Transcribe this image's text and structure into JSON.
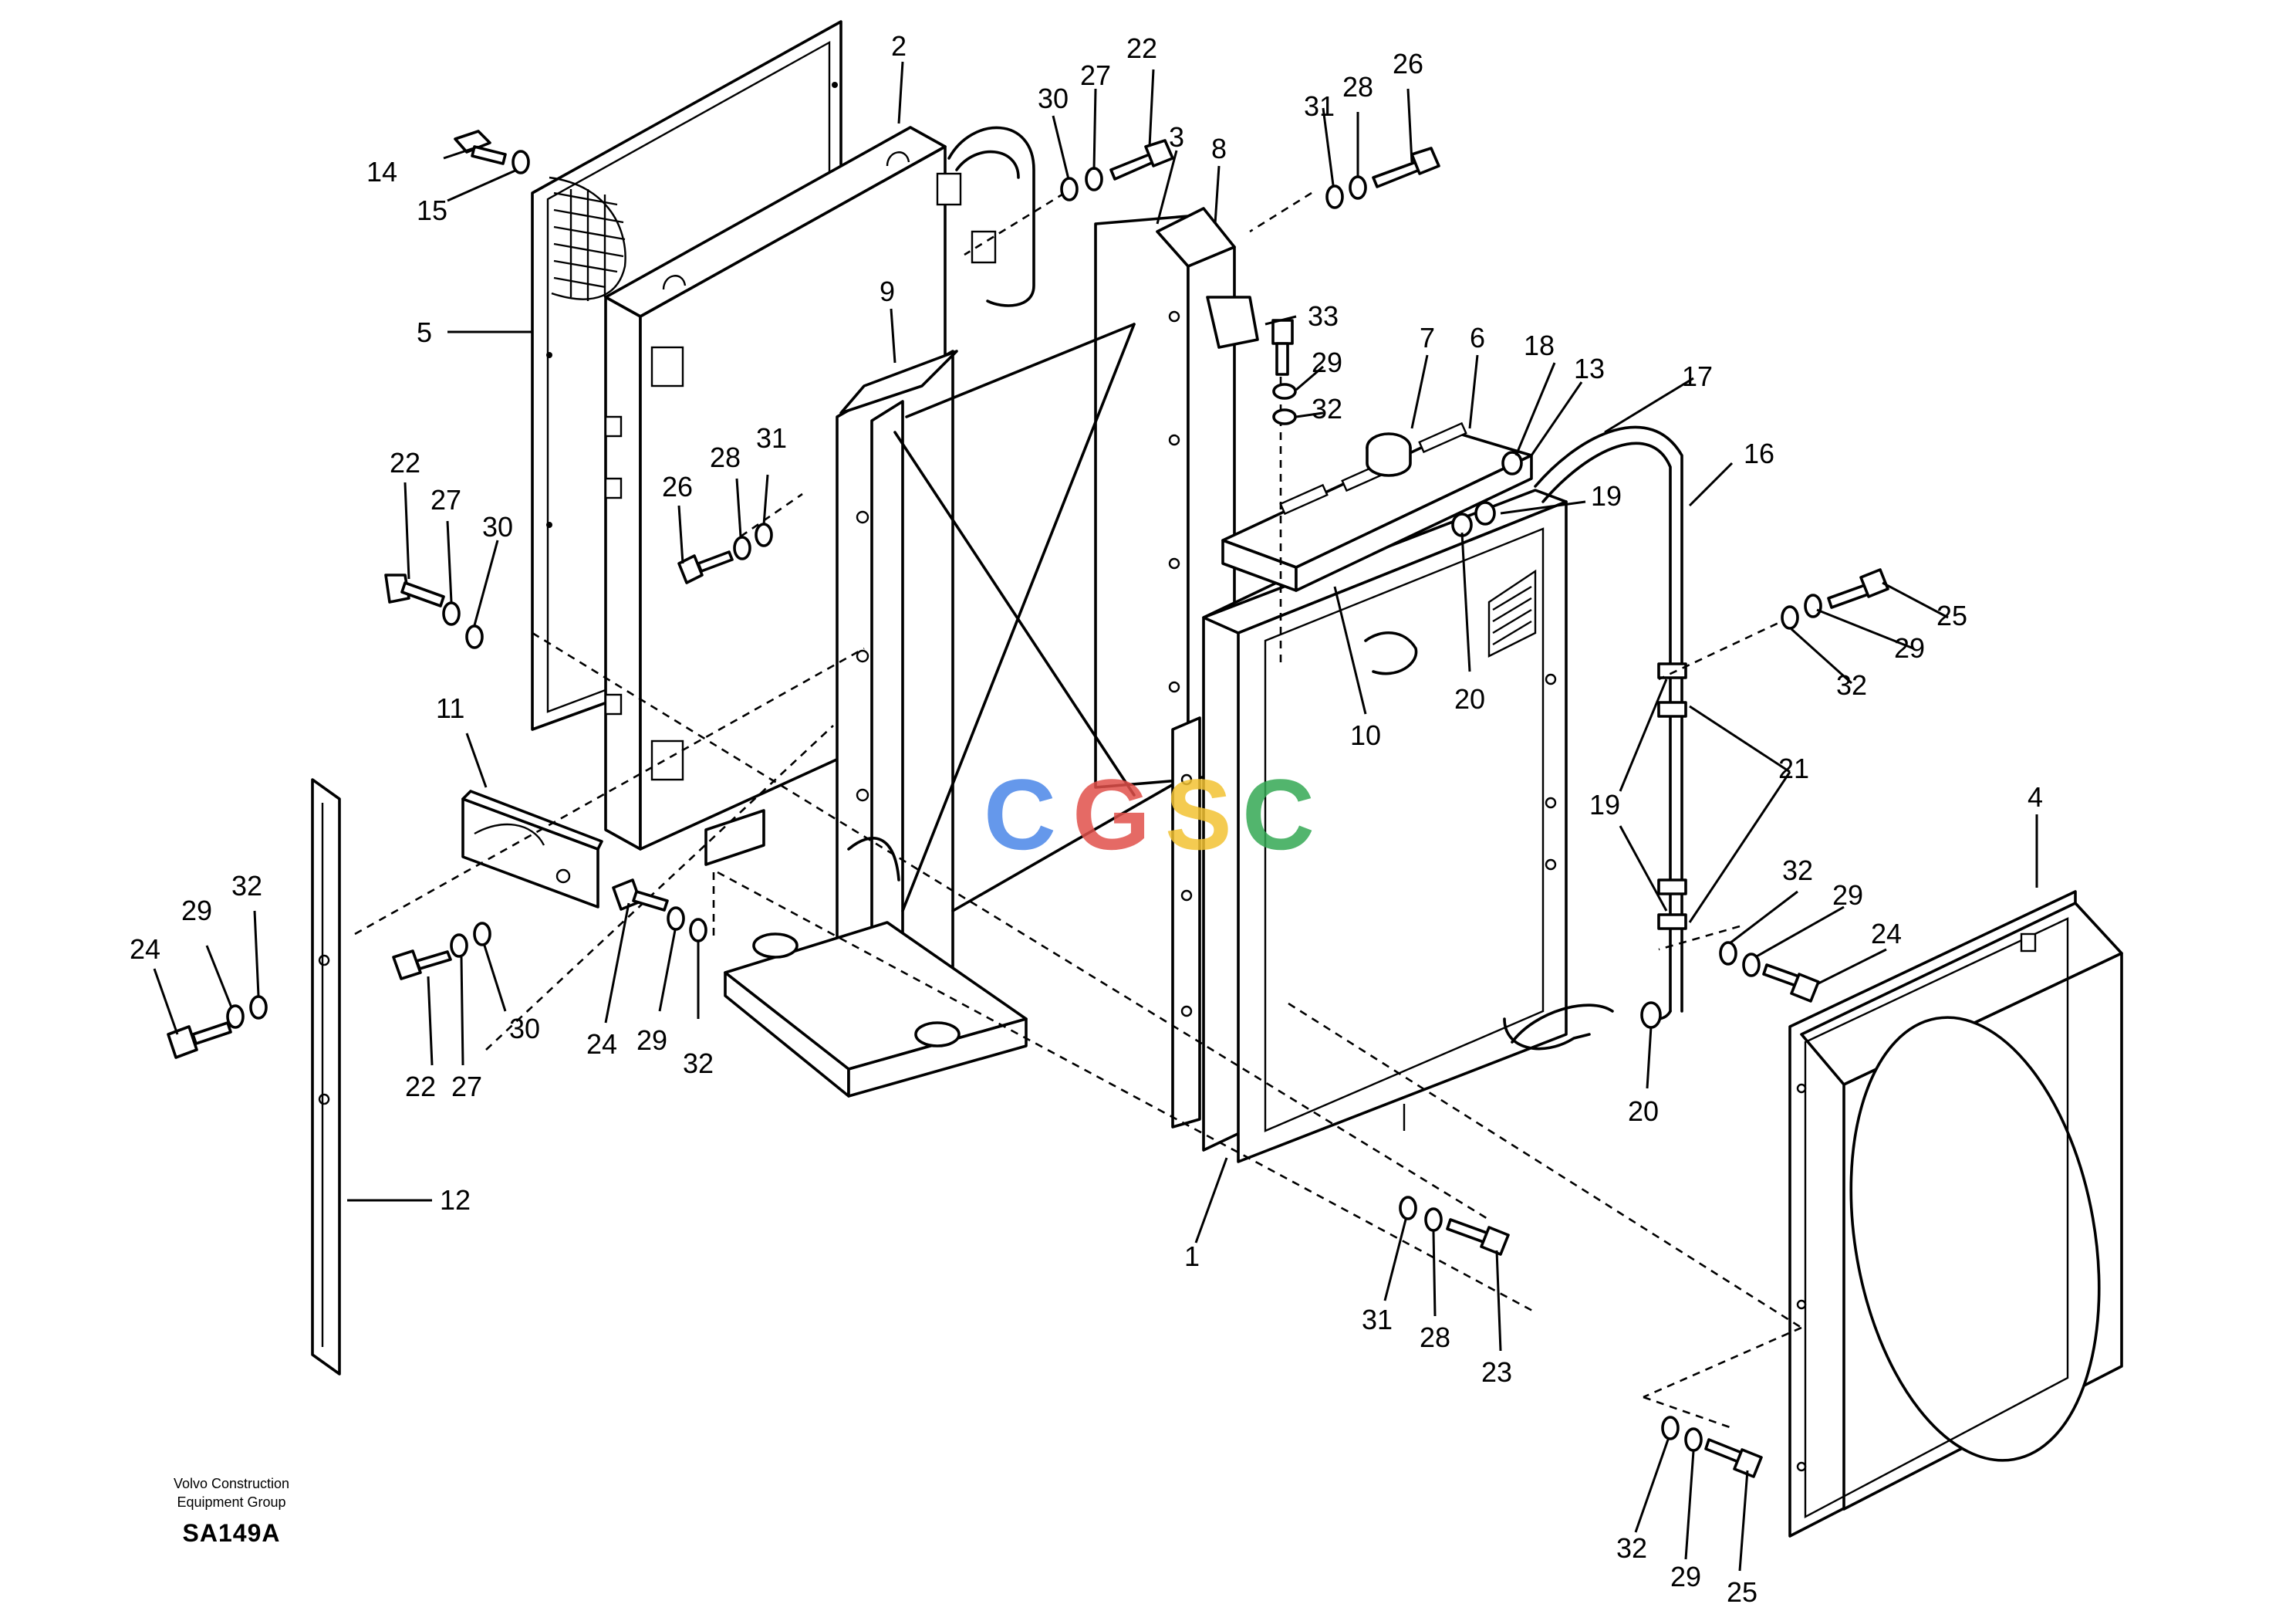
{
  "callouts": [
    {
      "id": "c1",
      "text": "1"
    },
    {
      "id": "c2",
      "text": "2"
    },
    {
      "id": "c3",
      "text": "3"
    },
    {
      "id": "c4",
      "text": "4"
    },
    {
      "id": "c5",
      "text": "5"
    },
    {
      "id": "c6",
      "text": "6"
    },
    {
      "id": "c7",
      "text": "7"
    },
    {
      "id": "c8",
      "text": "8"
    },
    {
      "id": "c9",
      "text": "9"
    },
    {
      "id": "c10",
      "text": "10"
    },
    {
      "id": "c11",
      "text": "11"
    },
    {
      "id": "c12",
      "text": "12"
    },
    {
      "id": "c13",
      "text": "13"
    },
    {
      "id": "c14",
      "text": "14"
    },
    {
      "id": "c15",
      "text": "15"
    },
    {
      "id": "c16",
      "text": "16"
    },
    {
      "id": "c17",
      "text": "17"
    },
    {
      "id": "c18",
      "text": "18"
    },
    {
      "id": "c19a",
      "text": "19"
    },
    {
      "id": "c19b",
      "text": "19"
    },
    {
      "id": "c20a",
      "text": "20"
    },
    {
      "id": "c20b",
      "text": "20"
    },
    {
      "id": "c21",
      "text": "21"
    },
    {
      "id": "c22a",
      "text": "22"
    },
    {
      "id": "c22b",
      "text": "22"
    },
    {
      "id": "c22c",
      "text": "22"
    },
    {
      "id": "c23",
      "text": "23"
    },
    {
      "id": "c24a",
      "text": "24"
    },
    {
      "id": "c24b",
      "text": "24"
    },
    {
      "id": "c24c",
      "text": "24"
    },
    {
      "id": "c25a",
      "text": "25"
    },
    {
      "id": "c25b",
      "text": "25"
    },
    {
      "id": "c26a",
      "text": "26"
    },
    {
      "id": "c26b",
      "text": "26"
    },
    {
      "id": "c27a",
      "text": "27"
    },
    {
      "id": "c27b",
      "text": "27"
    },
    {
      "id": "c27c",
      "text": "27"
    },
    {
      "id": "c28a",
      "text": "28"
    },
    {
      "id": "c28b",
      "text": "28"
    },
    {
      "id": "c28c",
      "text": "28"
    },
    {
      "id": "c29a",
      "text": "29"
    },
    {
      "id": "c29b",
      "text": "29"
    },
    {
      "id": "c29c",
      "text": "29"
    },
    {
      "id": "c29d",
      "text": "29"
    },
    {
      "id": "c29e",
      "text": "29"
    },
    {
      "id": "c29f",
      "text": "29"
    },
    {
      "id": "c30a",
      "text": "30"
    },
    {
      "id": "c30b",
      "text": "30"
    },
    {
      "id": "c30c",
      "text": "30"
    },
    {
      "id": "c31a",
      "text": "31"
    },
    {
      "id": "c31b",
      "text": "31"
    },
    {
      "id": "c31c",
      "text": "31"
    },
    {
      "id": "c32a",
      "text": "32"
    },
    {
      "id": "c32b",
      "text": "32"
    },
    {
      "id": "c32c",
      "text": "32"
    },
    {
      "id": "c32d",
      "text": "32"
    },
    {
      "id": "c32e",
      "text": "32"
    },
    {
      "id": "c32f",
      "text": "32"
    },
    {
      "id": "c33",
      "text": "33"
    }
  ],
  "caption": {
    "company_line1": "Volvo Construction",
    "company_line2": "Equipment Group",
    "figure_code": "SA149A"
  },
  "watermark": {
    "letters": [
      "C",
      "G",
      "S",
      "C"
    ],
    "colors": [
      "#4a86e8",
      "#e0504a",
      "#f2c233",
      "#34a853"
    ]
  }
}
